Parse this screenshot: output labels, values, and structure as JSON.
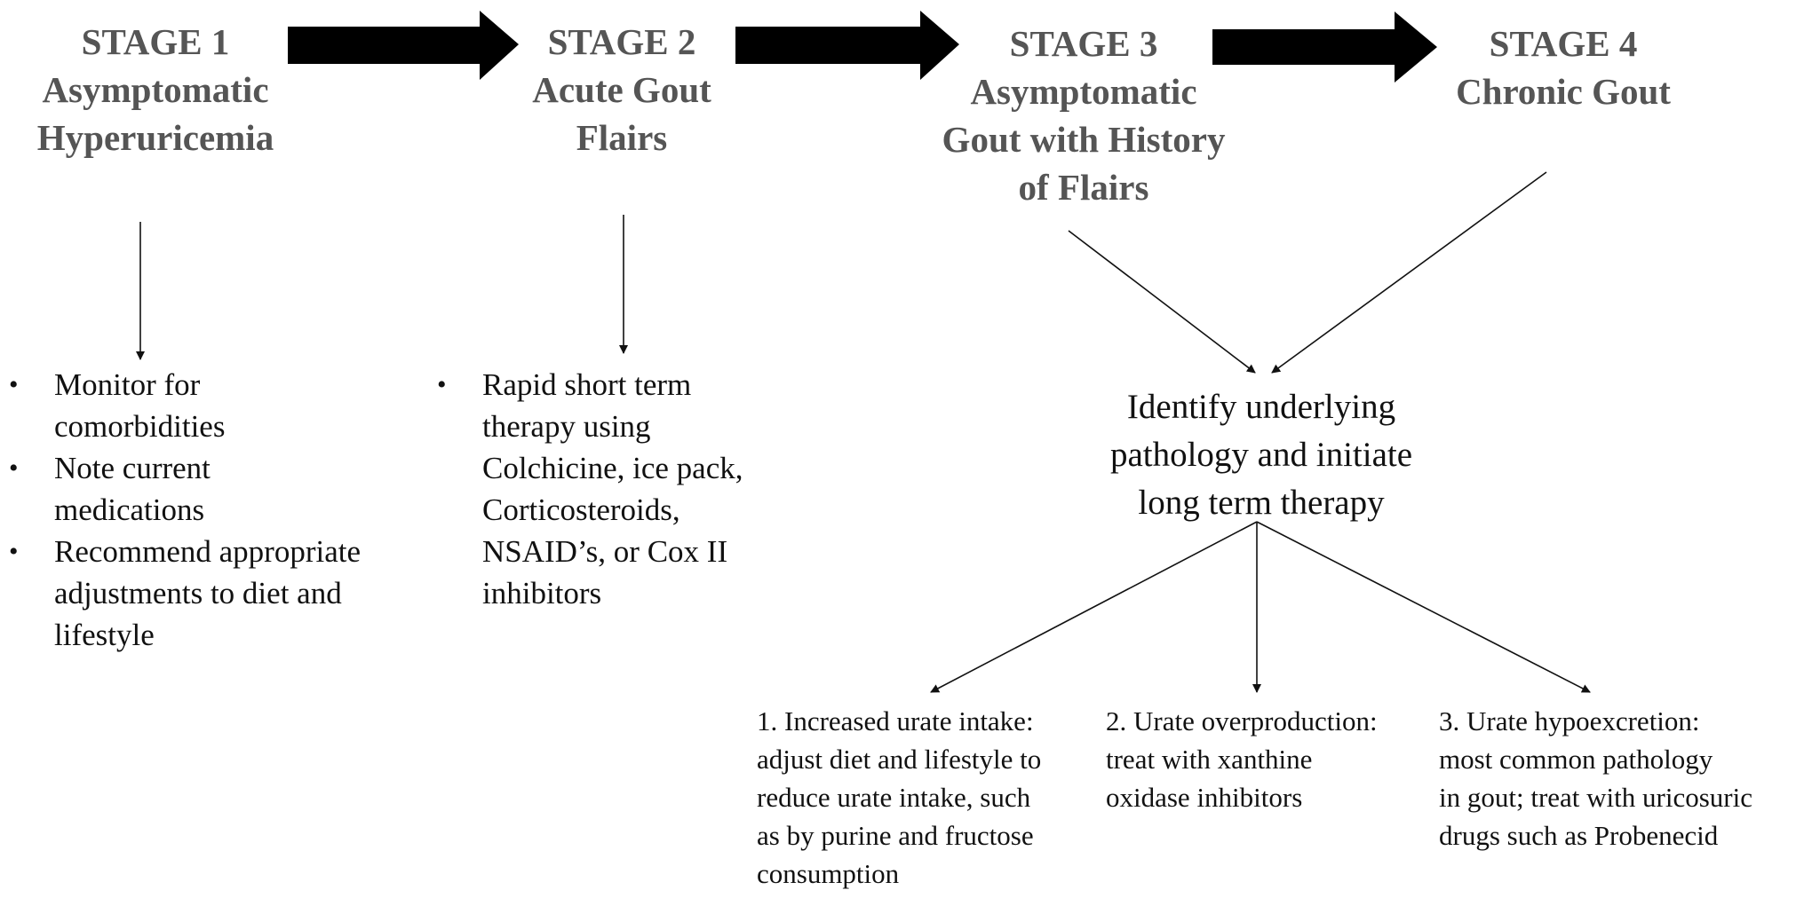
{
  "stages": [
    {
      "label": "STAGE 1",
      "lines": [
        "Asymptomatic",
        "Hyperuricemia"
      ]
    },
    {
      "label": "STAGE 2",
      "lines": [
        "Acute Gout",
        "Flairs"
      ]
    },
    {
      "label": "STAGE 3",
      "lines": [
        "Asymptomatic",
        "Gout with History",
        "of Flairs"
      ]
    },
    {
      "label": "STAGE 4",
      "lines": [
        "Chronic Gout"
      ]
    }
  ],
  "stage1_actions": [
    "Monitor for comorbidities",
    "Note current medications",
    "Recommend appropriate adjustments to diet and lifestyle"
  ],
  "stage2_actions": [
    "Rapid short term therapy using Colchicine, ice pack, Corticosteroids, NSAID’s, or Cox II inhibitors"
  ],
  "long_term": {
    "lines": [
      "Identify underlying",
      "pathology and initiate",
      "long term therapy"
    ]
  },
  "pathologies": [
    "1. Increased urate intake:\nadjust diet and lifestyle to\nreduce urate intake, such\nas by purine and fructose\nconsumption",
    "2. Urate overproduction:\ntreat with xanthine\noxidase inhibitors",
    "3. Urate hypoexcretion:\nmost common pathology\nin gout; treat with uricosuric\ndrugs such as Probenecid"
  ],
  "colors": {
    "stage_text": "#555555",
    "block_arrow": "#000000",
    "line": "#111111"
  }
}
